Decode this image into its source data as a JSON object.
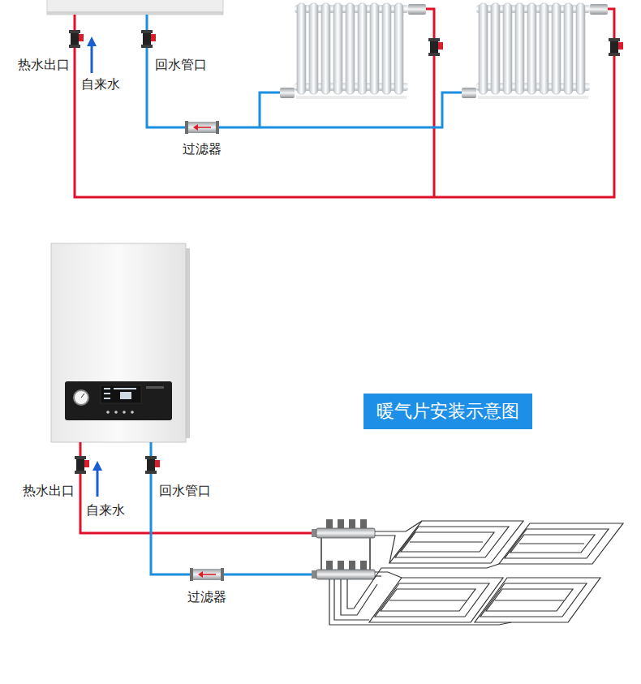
{
  "diagram": {
    "nodes": [
      {
        "text": [
          "暖气片安装示意图"
        ]
      }
    ],
    "labels": [
      "热水出口",
      "自来水",
      "回水管口",
      "过滤器",
      "热水出口",
      "自来水",
      "回水管口",
      "过滤器"
    ]
  }
}
